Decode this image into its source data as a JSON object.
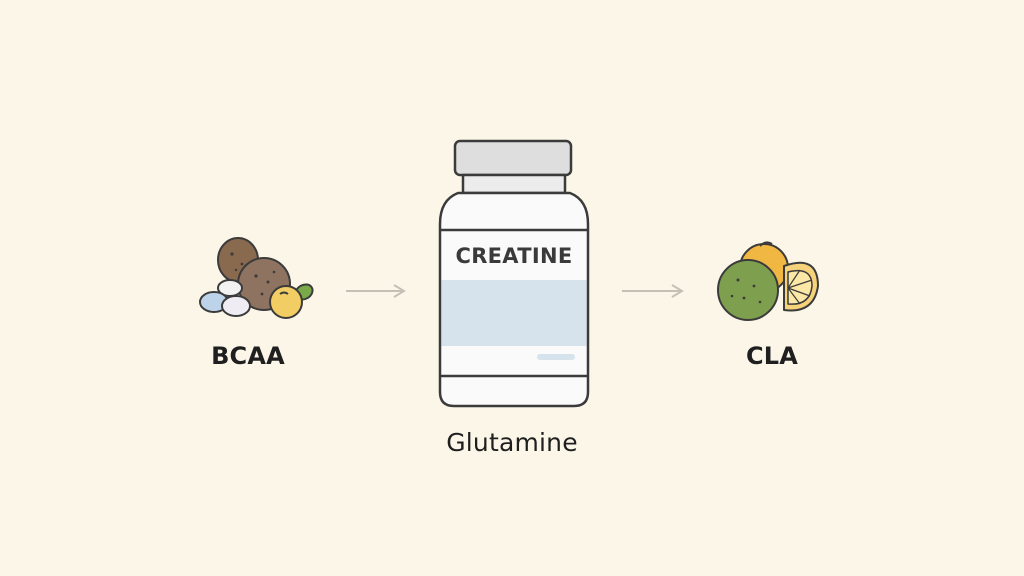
{
  "diagram": {
    "left_item": {
      "label": "BCAA",
      "icon": "supplements-pills-icon"
    },
    "center_item": {
      "product_text": "CREATINE",
      "label": "Glutamine",
      "icon": "supplement-bottle-icon"
    },
    "right_item": {
      "label": "CLA",
      "icon": "citrus-fruit-icon"
    },
    "arrows": [
      "arrow-right-icon",
      "arrow-right-icon"
    ],
    "colors": {
      "background": "#fbf6e8",
      "bottle_band": "#d6e3ec",
      "outline": "#3b3b3b"
    }
  }
}
